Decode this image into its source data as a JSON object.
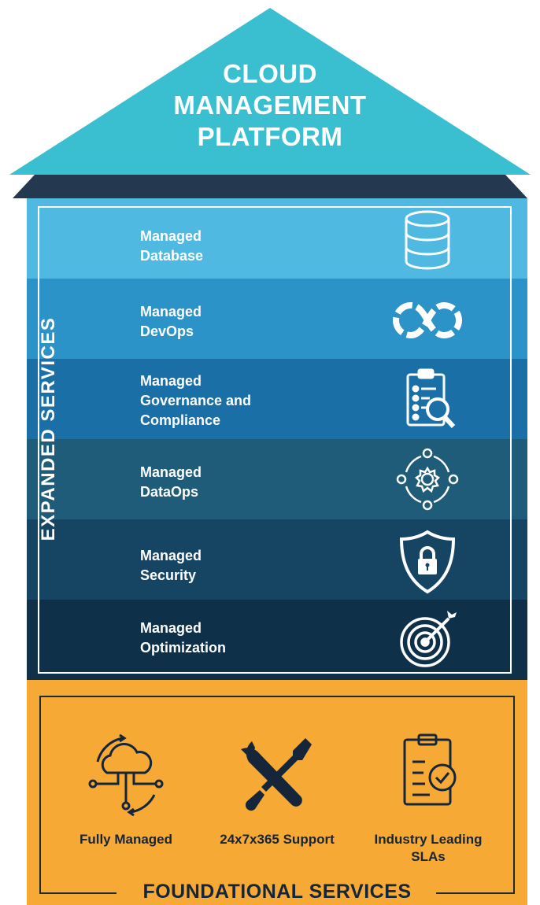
{
  "roof": {
    "title_lines": [
      "CLOUD",
      "MANAGEMENT",
      "PLATFORM"
    ],
    "color": "#3ABFD0"
  },
  "expanded": {
    "side_label": "EXPANDED SERVICES",
    "services": [
      {
        "line1": "Managed",
        "line2": "Database",
        "line3": "",
        "icon": "database-icon",
        "color": "#4FB9E2"
      },
      {
        "line1": "Managed",
        "line2": "DevOps",
        "line3": "",
        "icon": "infinity-loop-icon",
        "color": "#2C93C8"
      },
      {
        "line1": "Managed",
        "line2": "Governance and",
        "line3": "Compliance",
        "icon": "clipboard-magnifier-icon",
        "color": "#1A6FA6"
      },
      {
        "line1": "Managed",
        "line2": "DataOps",
        "line3": "",
        "icon": "gear-cycle-icon",
        "color": "#1E5C79"
      },
      {
        "line1": "Managed",
        "line2": "Security",
        "line3": "",
        "icon": "shield-lock-icon",
        "color": "#164563"
      },
      {
        "line1": "Managed",
        "line2": "Optimization",
        "line3": "",
        "icon": "target-arrow-icon",
        "color": "#0E3049"
      }
    ]
  },
  "foundational": {
    "title": "FOUNDATIONAL SERVICES",
    "color": "#F7A936",
    "items": [
      {
        "label1": "Fully Managed",
        "label2": "",
        "icon": "cloud-network-icon"
      },
      {
        "label1": "24x7x365 Support",
        "label2": "",
        "icon": "wrench-screwdriver-icon"
      },
      {
        "label1": "Industry Leading",
        "label2": "SLAs",
        "icon": "clipboard-check-icon"
      }
    ]
  }
}
